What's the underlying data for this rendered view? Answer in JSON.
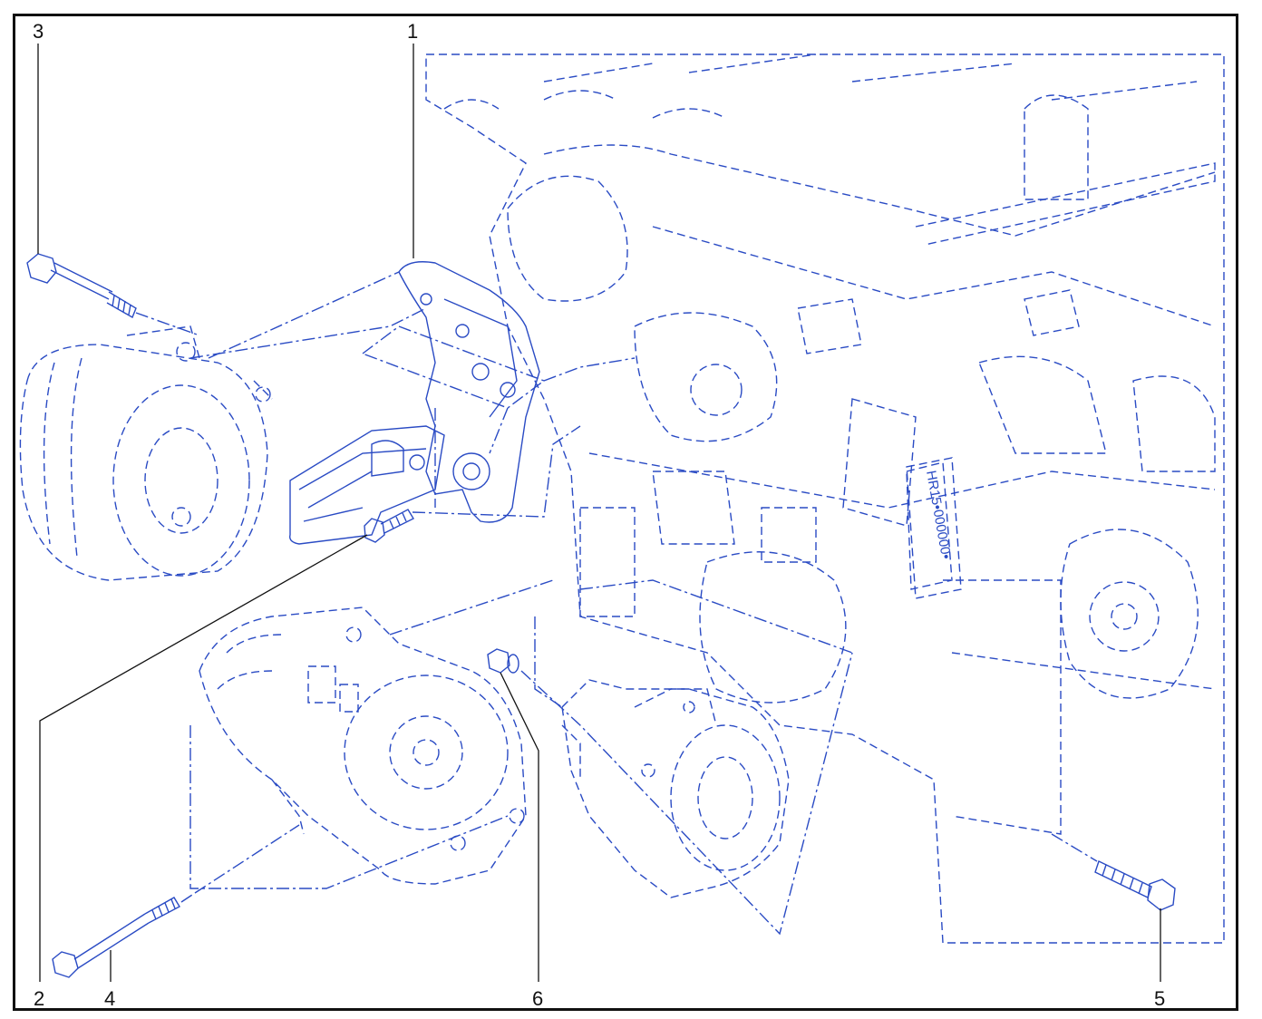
{
  "diagram": {
    "line_color": "#2a4bc4",
    "callouts": [
      {
        "id": "1",
        "label": "1",
        "part": "mounting-bracket"
      },
      {
        "id": "2",
        "label": "2",
        "part": "bracket-bolt"
      },
      {
        "id": "3",
        "label": "3",
        "part": "alternator-bolt"
      },
      {
        "id": "4",
        "label": "4",
        "part": "compressor-bolt"
      },
      {
        "id": "5",
        "label": "5",
        "part": "starter-bolt"
      },
      {
        "id": "6",
        "label": "6",
        "part": "starter-nut"
      }
    ],
    "engine_marking": "HR15•000000•"
  }
}
